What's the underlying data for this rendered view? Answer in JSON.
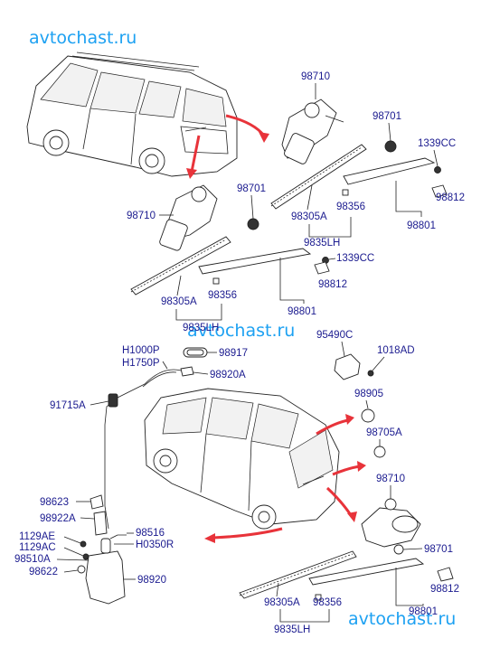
{
  "watermarks": [
    "avtochast.ru",
    "avtochast.ru",
    "avtochast.ru"
  ],
  "labels": {
    "top_motor": "98710",
    "top_cap": "98701",
    "top_nut": "1339CC",
    "top_cover": "98812",
    "top_blade_rubber": "98356",
    "top_blade": "98305A",
    "top_blade_assy": "9835LH",
    "top_arm": "98801",
    "mid_motor": "98710",
    "mid_cap": "98701",
    "mid_nut": "1339CC",
    "mid_cover": "98812",
    "mid_blade": "98305A",
    "mid_blade_rubber": "98356",
    "mid_blade_assy": "9835LH",
    "mid_arm": "98801",
    "hose1": "H1000P",
    "hose2": "H1750P",
    "grommet": "98917",
    "nozzle": "98920A",
    "hose_main": "91715A",
    "relay": "95490C",
    "bolt": "1018AD",
    "grommet_a": "98905",
    "grommet_b": "98705A",
    "bot_motor": "98710",
    "bot_cap": "98701",
    "bot_cover": "98812",
    "bot_arm": "98801",
    "bot_blade": "98305A",
    "bot_blade_rubber": "98356",
    "bot_blade_assy": "9835LH",
    "filter": "98623",
    "cap_a": "98922A",
    "pump_a": "98516",
    "hose_c": "H0350R",
    "bolt_a": "1129AE",
    "bolt_b": "1129AC",
    "pump_motor": "98510A",
    "seal": "98622",
    "reservoir": "98920"
  }
}
